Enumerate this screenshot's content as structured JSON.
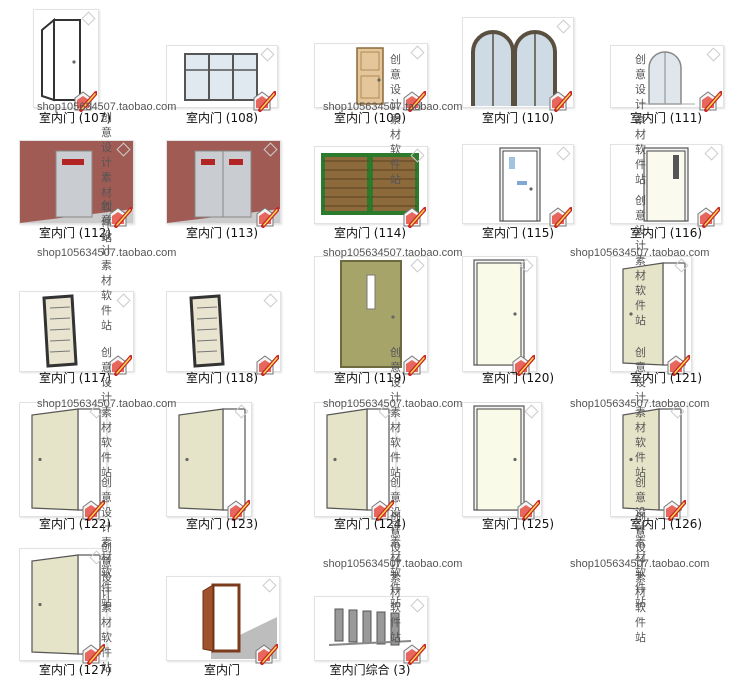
{
  "items": [
    {
      "label": "室内门 (107)",
      "icon": "door-open-icon"
    },
    {
      "label": "室内门 (108)",
      "icon": "window-icon"
    },
    {
      "label": "室内门 (109)",
      "icon": "wood-door-icon"
    },
    {
      "label": "室内门 (110)",
      "icon": "arched-window-icon"
    },
    {
      "label": "室内门 (111)",
      "icon": "arched-door-icon"
    },
    {
      "label": "室内门 (112)",
      "icon": "fire-door-icon"
    },
    {
      "label": "室内门 (113)",
      "icon": "double-fire-door-icon"
    },
    {
      "label": "室内门 (114)",
      "icon": "wooden-gate-icon"
    },
    {
      "label": "室内门 (115)",
      "icon": "white-door-icon"
    },
    {
      "label": "室内门 (116)",
      "icon": "cream-door-icon"
    },
    {
      "label": "室内门 (117)",
      "icon": "glass-door-icon"
    },
    {
      "label": "室内门 (118)",
      "icon": "glass-door-icon"
    },
    {
      "label": "室内门 (119)",
      "icon": "tan-door-icon"
    },
    {
      "label": "室内门 (120)",
      "icon": "plain-door-icon"
    },
    {
      "label": "室内门 (121)",
      "icon": "door-open-icon"
    },
    {
      "label": "室内门 (122)",
      "icon": "door-open-icon"
    },
    {
      "label": "室内门 (123)",
      "icon": "door-open-icon"
    },
    {
      "label": "室内门 (124)",
      "icon": "door-open-icon"
    },
    {
      "label": "室内门 (125)",
      "icon": "plain-door-icon"
    },
    {
      "label": "室内门 (126)",
      "icon": "door-open-icon"
    },
    {
      "label": "室内门 (127)",
      "icon": "door-open-icon"
    },
    {
      "label": "室内门",
      "icon": "brown-door-icon"
    },
    {
      "label": "室内门综合 (3)",
      "icon": "door-set-icon"
    }
  ],
  "watermark": {
    "url": "shop105634507.taobao.com",
    "vertical": "创意设计素材软件站"
  },
  "overlay_icon": "sketchup-file-icon"
}
